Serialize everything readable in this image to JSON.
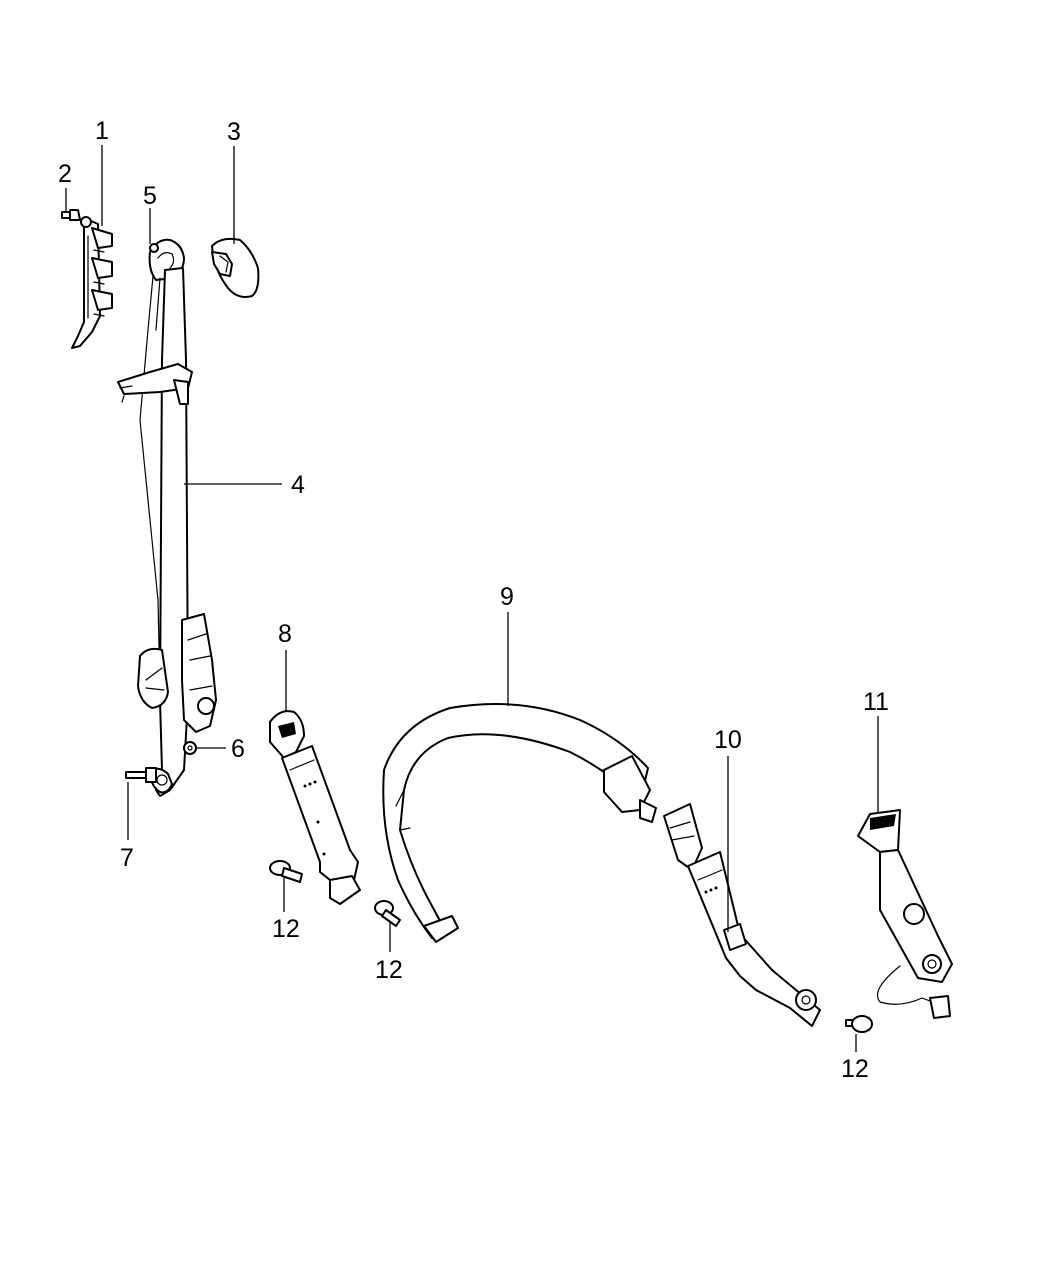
{
  "diagram": {
    "callouts": [
      {
        "id": "c1",
        "label": "1"
      },
      {
        "id": "c2",
        "label": "2"
      },
      {
        "id": "c3",
        "label": "3"
      },
      {
        "id": "c4",
        "label": "4"
      },
      {
        "id": "c5",
        "label": "5"
      },
      {
        "id": "c6",
        "label": "6"
      },
      {
        "id": "c7",
        "label": "7"
      },
      {
        "id": "c8",
        "label": "8"
      },
      {
        "id": "c9",
        "label": "9"
      },
      {
        "id": "c10",
        "label": "10"
      },
      {
        "id": "c11",
        "label": "11"
      },
      {
        "id": "c12a",
        "label": "12"
      },
      {
        "id": "c12b",
        "label": "12"
      },
      {
        "id": "c12c",
        "label": "12"
      }
    ]
  }
}
